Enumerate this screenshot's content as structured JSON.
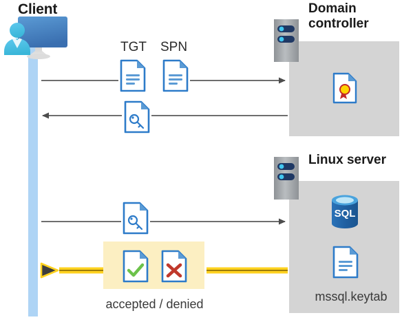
{
  "diagram": {
    "title_client": "Client",
    "title_domain_controller": "Domain\ncontroller",
    "title_domain_controller_line1": "Domain",
    "title_domain_controller_line2": "controller",
    "title_linux_server": "Linux server",
    "labels": {
      "tgt": "TGT",
      "spn": "SPN",
      "keytab_file": "mssql.keytab",
      "accepted_denied": "accepted / denied"
    },
    "icons": {
      "client": "client-workstation-icon",
      "dc_rack": "server-rack-icon",
      "linux_rack": "server-rack-icon",
      "tgt_document": "document-icon",
      "spn_document": "document-icon",
      "ticket_key_document_1": "key-document-icon",
      "ticket_key_document_2": "key-document-icon",
      "certificate": "certificate-document-icon",
      "sql_database": "sql-database-icon",
      "keytab": "document-icon",
      "accepted": "checkmark-document-icon",
      "denied": "cross-document-icon"
    },
    "flows": [
      {
        "id": "request",
        "direction": "client-to-dc",
        "style": "solid-gray"
      },
      {
        "id": "ticket-response",
        "direction": "dc-to-client",
        "style": "solid-gray"
      },
      {
        "id": "service-ticket",
        "direction": "client-to-linux",
        "style": "solid-gray"
      },
      {
        "id": "auth-result",
        "direction": "linux-to-client",
        "style": "thick-yellow"
      }
    ],
    "colors": {
      "lifeline": "#aed4f5",
      "panel_gray": "#d4d4d4",
      "highlight_yellow": "#fcefc2",
      "arrow_gray": "#595959",
      "arrow_yellow": "#ffd21f",
      "doc_blue": "#2d7bc9",
      "accent_green": "#6cc24a",
      "accent_red": "#c0392b",
      "sql_blue": "#1f6bb0",
      "cert_gold": "#ffd400",
      "cert_red": "#c32a2a"
    }
  }
}
